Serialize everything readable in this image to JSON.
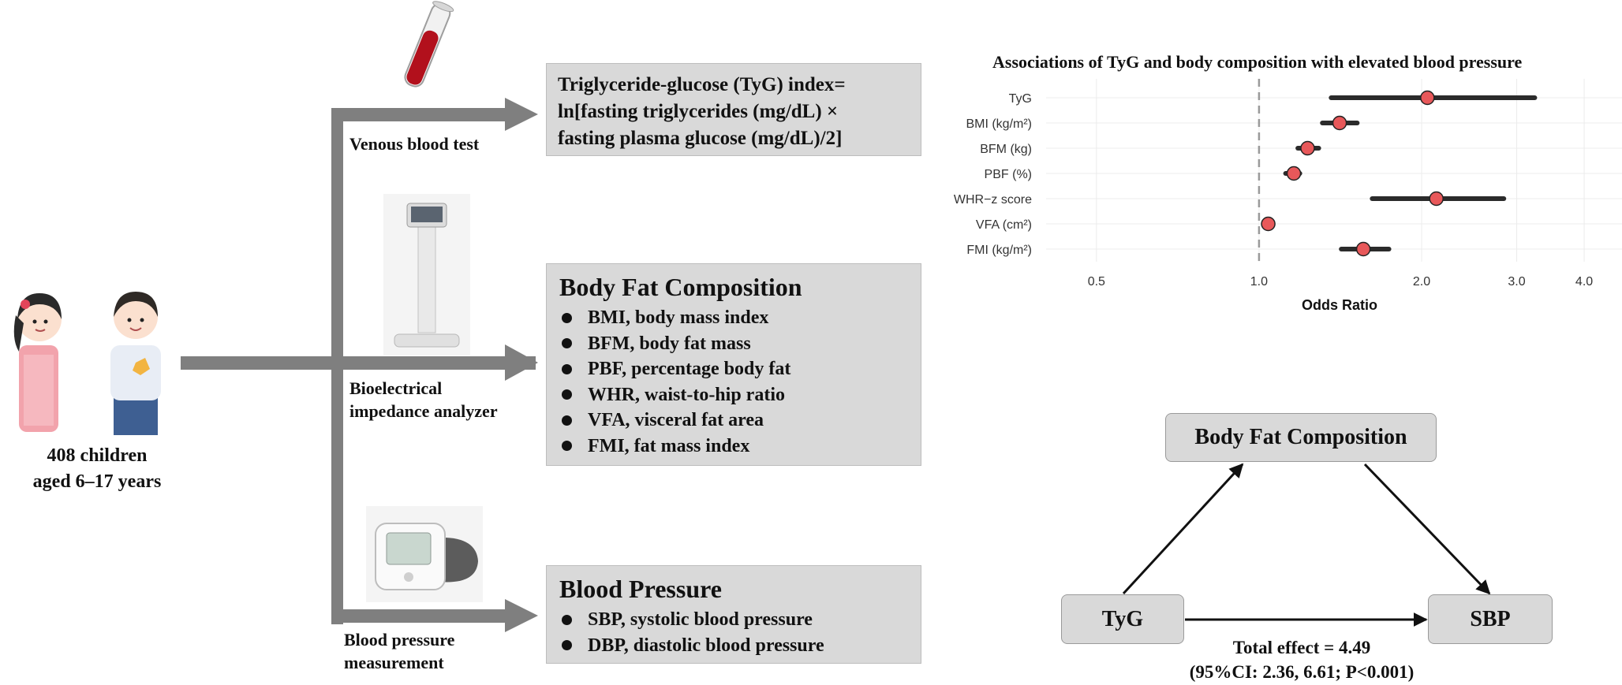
{
  "participants": {
    "line1": "408 children",
    "line2": "aged 6–17 years"
  },
  "branches": {
    "venous": {
      "label": "Venous blood test"
    },
    "bia": {
      "label_line1": "Bioelectrical",
      "label_line2": "impedance analyzer"
    },
    "bp": {
      "label_line1": "Blood pressure",
      "label_line2": "measurement"
    }
  },
  "tyg_box": {
    "line1": "Triglyceride-glucose (TyG) index=",
    "line2": "ln[fasting triglycerides (mg/dL) ×",
    "line3": "fasting plasma glucose (mg/dL)/2]"
  },
  "body_fat_box": {
    "title": "Body Fat Composition",
    "items": [
      "BMI, body mass index",
      "BFM, body fat mass",
      "PBF, percentage body fat",
      "WHR, waist-to-hip ratio",
      "VFA, visceral fat area",
      "FMI, fat mass index"
    ]
  },
  "blood_pressure_box": {
    "title": "Blood Pressure",
    "items": [
      "SBP, systolic blood pressure",
      "DBP, diastolic blood pressure"
    ]
  },
  "forest_plot": {
    "title": "Associations of TyG and body composition with elevated blood pressure"
  },
  "chart_data": {
    "type": "scatter",
    "title": "Associations of TyG and body composition with elevated blood pressure",
    "xlabel": "Odds Ratio",
    "ylabel": "",
    "x_scale": "log",
    "xlim": [
      0.42,
      4.7
    ],
    "x_ticks": [
      0.5,
      1.0,
      2.0,
      3.0,
      4.0
    ],
    "x_tick_labels": [
      "0.5",
      "1.0",
      "2.0",
      "3.0",
      "4.0"
    ],
    "reference_line": 1.0,
    "grid": true,
    "categories": [
      "TyG",
      "BMI (kg/m²)",
      "BFM (kg)",
      "PBF (%)",
      "WHR−z score",
      "VFA (cm²)",
      "FMI (kg/m²)"
    ],
    "odds_ratio": [
      2.05,
      1.41,
      1.23,
      1.16,
      2.13,
      1.04,
      1.56
    ],
    "ci_low": [
      1.36,
      1.31,
      1.18,
      1.12,
      1.62,
      1.03,
      1.42
    ],
    "ci_high": [
      3.24,
      1.52,
      1.29,
      1.19,
      2.84,
      1.05,
      1.74
    ],
    "point_color": "#e8585a"
  },
  "mediation": {
    "mediator": "Body Fat Composition",
    "exposure": "TyG",
    "outcome": "SBP",
    "effect_line1": "Total effect = 4.49",
    "effect_line2": "(95%CI: 2.36, 6.61; P<0.001)"
  },
  "colors": {
    "arrow": "#7f7f7f",
    "box_fill": "#d9d9d9",
    "node_fill": "#d9d9d9"
  }
}
